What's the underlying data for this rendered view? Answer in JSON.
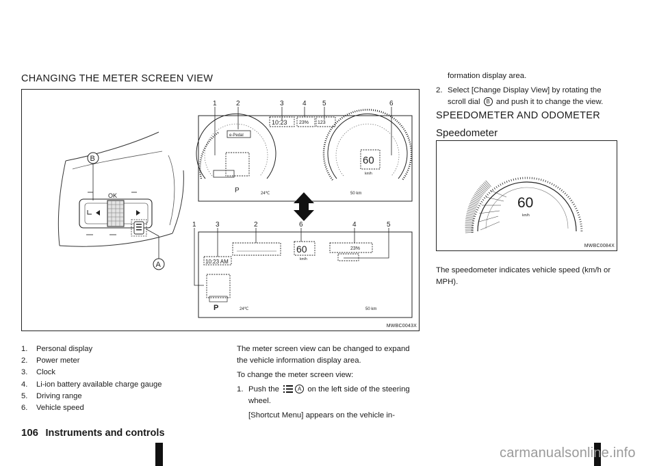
{
  "page": {
    "section_title": "CHANGING THE METER SCREEN VIEW",
    "figure_main_code": "MWBC0043X",
    "figure_main_callouts_top": [
      "1",
      "2",
      "3",
      "4",
      "5",
      "6"
    ],
    "figure_main_callouts_bottom": [
      "1",
      "3",
      "2",
      "6",
      "4",
      "5"
    ],
    "figure_main_labels": {
      "button_b": "B",
      "button_a": "A",
      "ok": "OK",
      "clock_top": "10:23",
      "battery_top": "23%",
      "speed": "60",
      "speed_unit": "km/h",
      "gear": "P",
      "temp": "24℃",
      "range": "50",
      "range_unit": "km",
      "clock_bottom": "10:23 AM",
      "battery_bottom": "23%",
      "eco_pedal": "e-Pedal"
    },
    "legend": [
      {
        "num": "1.",
        "text": "Personal display"
      },
      {
        "num": "2.",
        "text": "Power meter"
      },
      {
        "num": "3.",
        "text": "Clock"
      },
      {
        "num": "4.",
        "text": "Li-ion battery available charge gauge"
      },
      {
        "num": "5.",
        "text": "Driving range"
      },
      {
        "num": "6.",
        "text": "Vehicle speed"
      }
    ],
    "mid_para": "The meter screen view can be changed to expand the vehicle information display area.",
    "mid_intro": "To change the meter screen view:",
    "step1_num": "1.",
    "step1_pre": "Push the",
    "step1_post": "on the left side of the steering wheel.",
    "step1_sub": "[Shortcut Menu] appears on the vehicle in-",
    "right_cont": "formation display area.",
    "step2_num": "2.",
    "step2_pre": "Select [Change Display View] by rotating the scroll dial",
    "step2_post": "and push it to change the view.",
    "heading2": "SPEEDOMETER AND ODOMETER",
    "heading3": "Speedometer",
    "figure_speedo_code": "MWBC0084X",
    "speedo_value": "60",
    "speedo_unit": "km/h",
    "right_para": "The speedometer indicates vehicle speed (km/h or MPH).",
    "footer_page": "106",
    "footer_section": "Instruments and controls",
    "watermark": "carmanualsonline.info",
    "icon_letter_a": "A",
    "icon_letter_b": "B"
  }
}
